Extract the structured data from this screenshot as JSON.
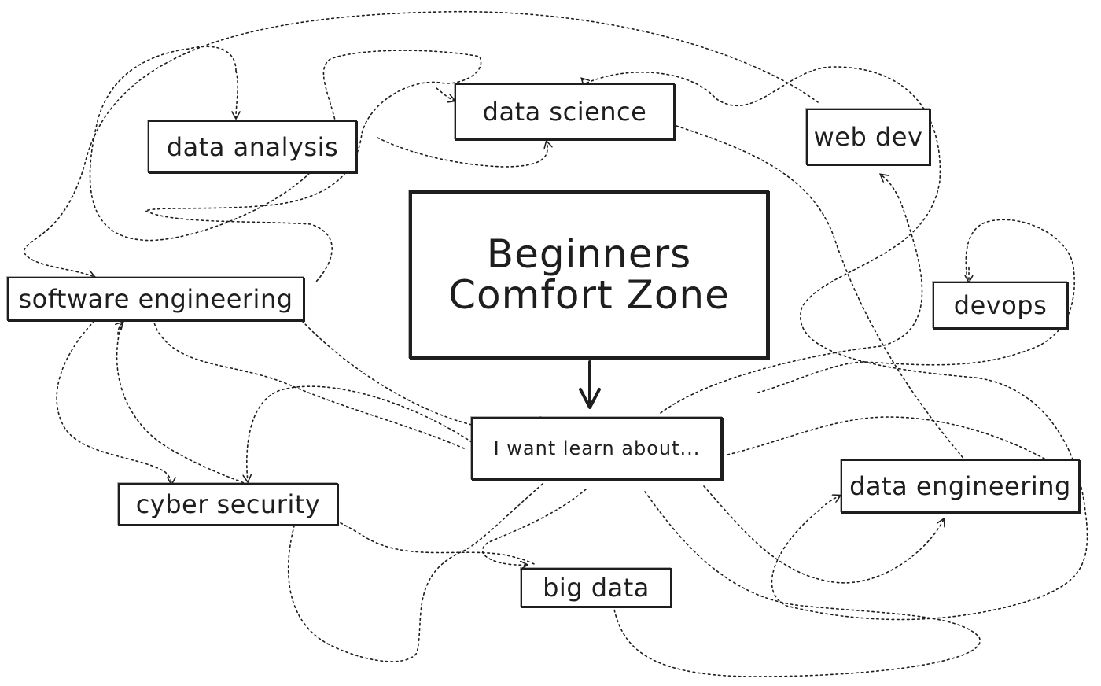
{
  "center": {
    "line1": "Beginners",
    "line2": "Comfort Zone"
  },
  "prompt": "I want learn about...",
  "topics": {
    "data_analysis": "data analysis",
    "data_science": "data science",
    "web_dev": "web dev",
    "software_engineering": "software engineering",
    "devops": "devops",
    "cyber_security": "cyber security",
    "big_data": "big data",
    "data_engineering": "data engineering"
  },
  "colors": {
    "ink": "#1e1e1e",
    "background": "#ffffff"
  },
  "icons": [
    "smiley-face-icon",
    "sun-icon",
    "star-icon",
    "sparkle-icon"
  ]
}
